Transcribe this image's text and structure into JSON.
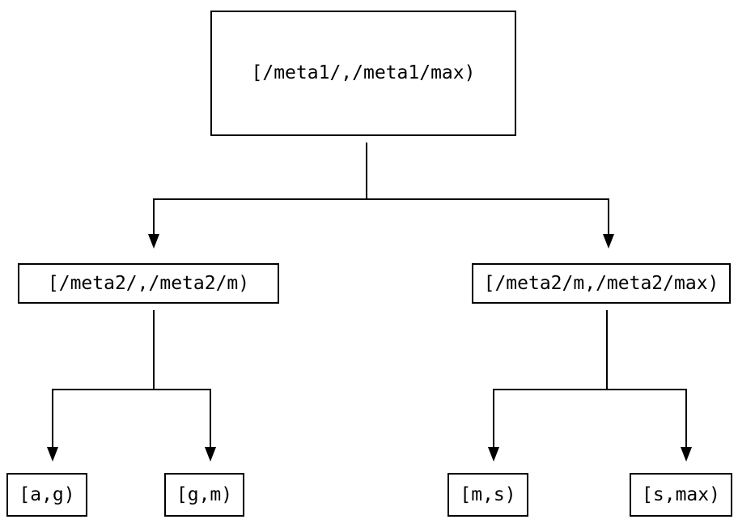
{
  "diagram": {
    "nodes": {
      "root": "[/meta1/,/meta1/max)",
      "left": "[/meta2/,/meta2/m)",
      "right": "[/meta2/m,/meta2/max)",
      "leaf_ag": "[a,g)",
      "leaf_gm": "[g,m)",
      "leaf_ms": "[m,s)",
      "leaf_smax": "[s,max)"
    },
    "colors": {
      "line": "#000000",
      "text": "#000000",
      "background": "#ffffff"
    }
  }
}
